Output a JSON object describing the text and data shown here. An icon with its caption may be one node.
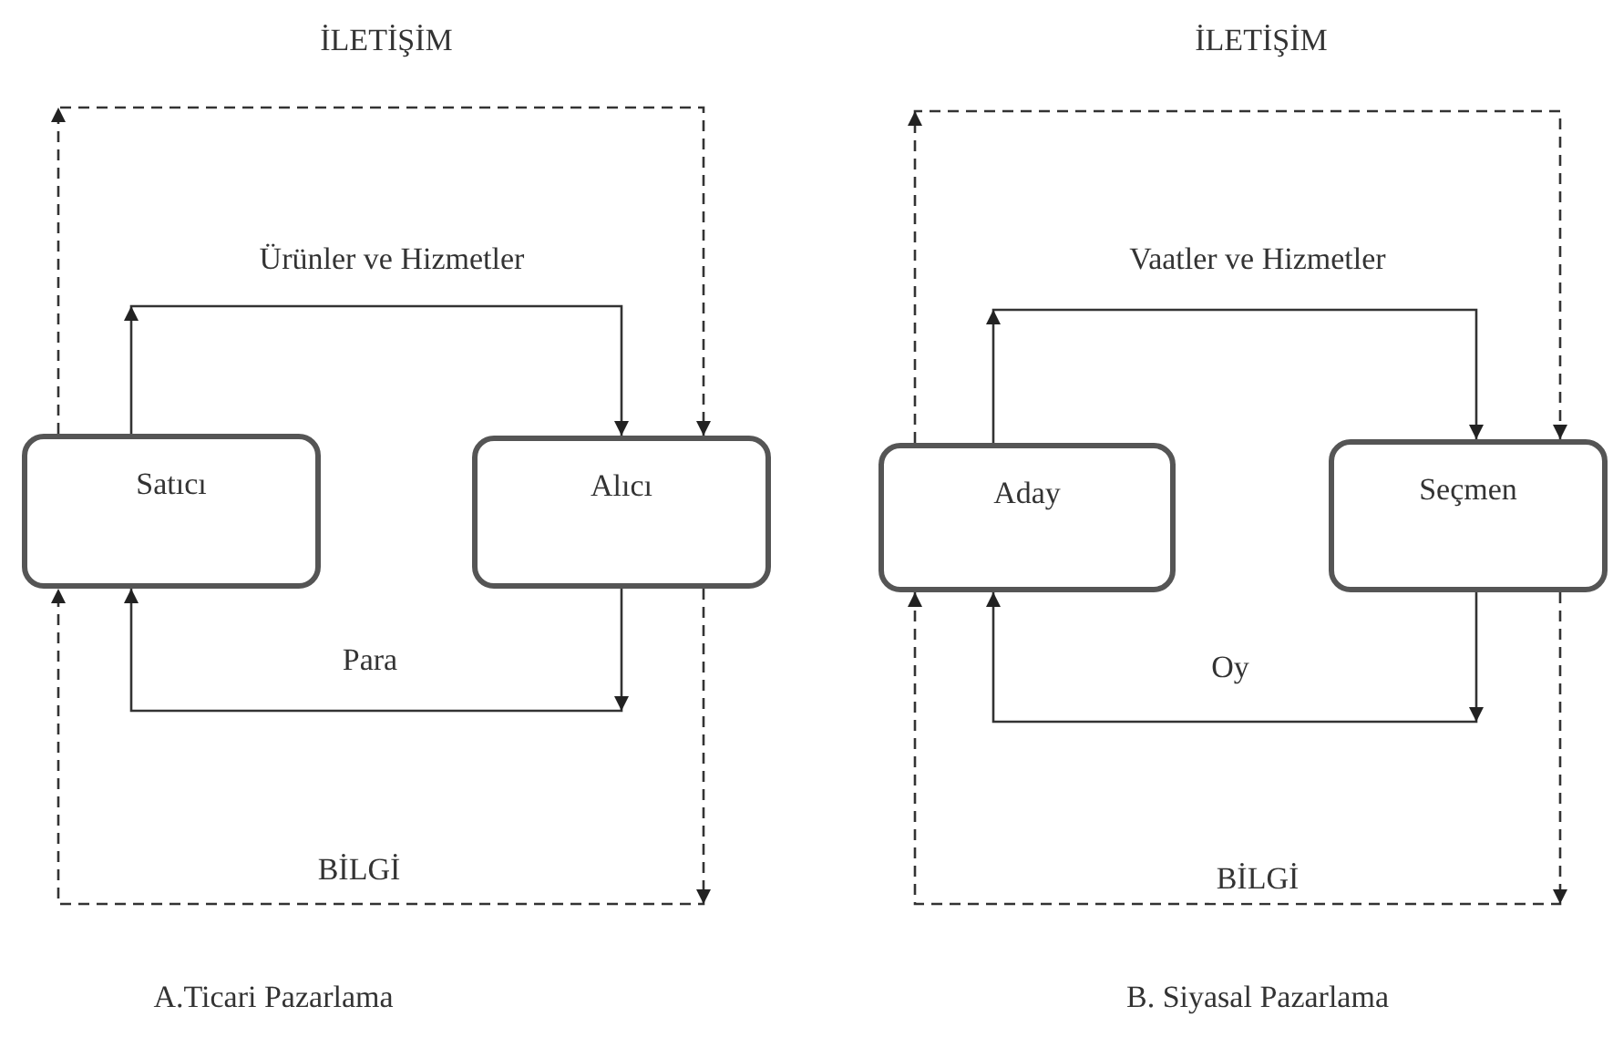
{
  "diagram": {
    "nodes": [
      {
        "text": [
          "Satıcı"
        ]
      },
      {
        "text": [
          "Alıcı"
        ]
      },
      {
        "text": [
          "Aday"
        ]
      },
      {
        "text": [
          "Seçmen"
        ]
      }
    ],
    "edges": [
      {
        "from": 0,
        "to": 1,
        "arrow": "to",
        "label": "Ürünler ve Hizmetler"
      },
      {
        "from": 1,
        "to": 0,
        "arrow": "to",
        "label": "Para"
      },
      {
        "from": 0,
        "to": 1,
        "arrow": "to",
        "label": "İLETİŞİM",
        "style": "dashed"
      },
      {
        "from": 1,
        "to": 0,
        "arrow": "to",
        "label": "BİLGİ",
        "style": "dashed"
      },
      {
        "from": 2,
        "to": 3,
        "arrow": "to",
        "label": "Vaatler ve Hizmetler"
      },
      {
        "from": 3,
        "to": 2,
        "arrow": "to",
        "label": "Oy"
      },
      {
        "from": 2,
        "to": 3,
        "arrow": "to",
        "label": "İLETİŞİM",
        "style": "dashed"
      },
      {
        "from": 3,
        "to": 2,
        "arrow": "to",
        "label": "BİLGİ",
        "style": "dashed"
      }
    ],
    "labels": [
      "A.Ticari Pazarlama",
      "B. Siyasal Pazarlama"
    ]
  }
}
